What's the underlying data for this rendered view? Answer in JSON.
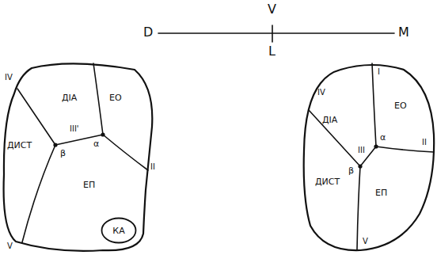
{
  "diagram": {
    "nodes": [
      {
        "text": [
          "КА"
        ]
      }
    ],
    "labels": [
      "V",
      "D",
      "M",
      "L",
      "IV",
      "ДІА",
      "ЕО",
      "III'",
      "α",
      "ДИСТ",
      "β",
      "ЕП",
      "II",
      "V",
      "I",
      "IV",
      "ДІА",
      "ЕО",
      "III",
      "α",
      "II",
      "β",
      "ДИСТ",
      "ЕП",
      "V"
    ]
  }
}
